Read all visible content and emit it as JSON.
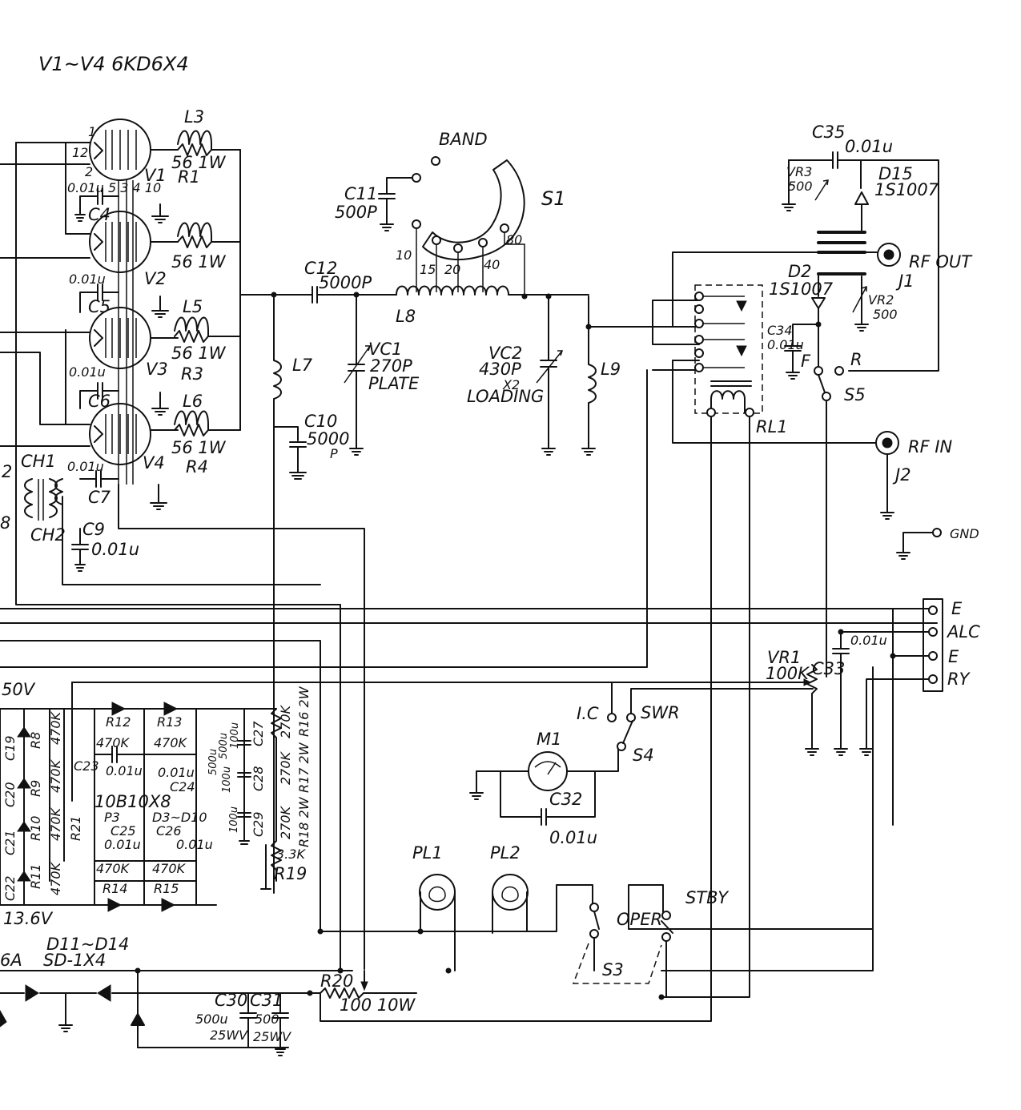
{
  "header": {
    "tubes": "V1~V4   6KD6X4"
  },
  "tubes": [
    {
      "ref": "V1",
      "pin_a": "1",
      "pin_b": "12",
      "pin_c": "2",
      "pins": "5 3 4 10"
    },
    {
      "ref": "V2"
    },
    {
      "ref": "V3"
    },
    {
      "ref": "V4"
    }
  ],
  "parasitics": [
    {
      "coil": "L3",
      "res": "R1",
      "value": "56  1W"
    },
    {
      "coil": "",
      "res": "",
      "value": "56  1W"
    },
    {
      "coil": "L5",
      "res": "R3",
      "value": "56  1W"
    },
    {
      "coil": "L6",
      "res": "R4",
      "value": "56  1W"
    }
  ],
  "grid_caps": [
    {
      "ref": "C4",
      "value": "0.01u"
    },
    {
      "ref": "C5",
      "value": "0.01u"
    },
    {
      "ref": "C6",
      "value": "0.01u"
    },
    {
      "ref": "C7",
      "value": "0.01u"
    },
    {
      "ref": "C9",
      "value": "0.01u"
    }
  ],
  "chokes": {
    "ch1": "CH1",
    "ch2": "CH2",
    "edge_a": "2",
    "edge_b": "8"
  },
  "plate": {
    "c11_ref": "C11",
    "c11_val": "500P",
    "band_label": "BAND",
    "s1": "S1",
    "taps": [
      "10",
      "15",
      "20",
      "40",
      "80"
    ],
    "c12_ref": "C12",
    "c12_val": "5000P",
    "l8": "L8",
    "l7": "L7",
    "vc1_ref": "VC1",
    "vc1_val": "270P",
    "vc1_fn": "PLATE",
    "c10_ref": "C10",
    "c10_val": "5000",
    "c10_unit": "P",
    "vc2_ref": "VC2",
    "vc2_val": "430P",
    "vc2_mult": "X2",
    "vc2_fn": "LOADING",
    "l9": "L9"
  },
  "output": {
    "c35_ref": "C35",
    "c35_val": "0.01u",
    "vr3_ref": "VR3",
    "vr3_val": "500",
    "d15_ref": "D15",
    "d15_val": "1S1007",
    "d2_ref": "D2",
    "d2_val": "1S1007",
    "rf_out": "RF OUT",
    "j1": "J1",
    "vr2_ref": "VR2",
    "vr2_val": "500",
    "c34_ref": "C34",
    "c34_val": "0.01u",
    "f": "F",
    "r": "R",
    "s5": "S5",
    "rl1": "RL1",
    "rf_in": "RF IN",
    "j2": "J2",
    "gnd": "GND"
  },
  "connector": {
    "pins": [
      "E",
      "ALC",
      "E",
      "RY"
    ],
    "c33_ref": "C33",
    "c33_val": "0.01u",
    "vr1_ref": "VR1",
    "vr1_val": "100K"
  },
  "meter": {
    "ic": "I.C",
    "swr": "SWR",
    "s4": "S4",
    "m1": "M1",
    "c32_ref": "C32",
    "c32_val": "0.01u"
  },
  "supply": {
    "v_hi": "50V",
    "rect": "10B10X8",
    "rect_ref": "D3~D10",
    "rect_ref_p": "P3",
    "r12": "R12",
    "r13": "R13",
    "r14": "R14",
    "r15": "R15",
    "r21": "R21",
    "r470": "470K",
    "c23_ref": "C23",
    "c23_val": "0.01u",
    "c24_ref": "C24",
    "c24_val": "0.01u",
    "c25_ref": "C25",
    "c25_val": "0.01u",
    "c26_ref": "C26",
    "c26_val": "0.01u",
    "elec": [
      "500u",
      "500u",
      "100u",
      "100u",
      "100u"
    ],
    "c27": "C27",
    "c28": "C28",
    "c29": "C29",
    "r270": "270K",
    "r16": "R16 2W",
    "r17": "R17 2W",
    "r18": "R18 2W",
    "r19_ref": "R19",
    "r19_val": "3.3K",
    "left_caps": [
      "C19",
      "C20",
      "C21",
      "C22"
    ],
    "left_res": [
      "R8",
      "R9",
      "R10",
      "R11"
    ],
    "v_lo": "13.6V"
  },
  "lv": {
    "diodes": "D11~D14",
    "diodes_type": "SD-1X4",
    "edge": "6A",
    "r20_ref": "R20",
    "r20_val": "100  10W",
    "c30_ref": "C30",
    "c30_val": "500u",
    "c30_v": "25WV",
    "c31_ref": "C31",
    "c31_val": "500",
    "c31_v": "25WV"
  },
  "controls": {
    "pl1": "PL1",
    "pl2": "PL2",
    "oper": "OPER",
    "stby": "STBY",
    "s3": "S3"
  }
}
